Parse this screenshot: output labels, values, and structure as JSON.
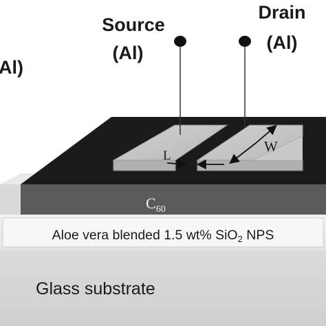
{
  "labels": {
    "source_name": "Source",
    "source_material": "(Al)",
    "drain_name": "Drain",
    "drain_material": "(Al)",
    "gate_material_partial": "Al)",
    "channel_length": "L",
    "channel_width": "W",
    "semiconductor_main": "C",
    "semiconductor_sub": "60",
    "dielectric_prefix": "Aloe vera blended 1.5 wt% SiO",
    "dielectric_sub": "2",
    "dielectric_suffix": " NPS",
    "substrate": "Glass substrate"
  },
  "colors": {
    "background": "#ffffff",
    "glass": "#d9d9d9",
    "dielectric_top": "#ececec",
    "semiconductor_top": "#1b1b1b",
    "semiconductor_front": "#5a5a5a",
    "electrode": "#c4c4c4",
    "text": "#1a1a1a"
  }
}
